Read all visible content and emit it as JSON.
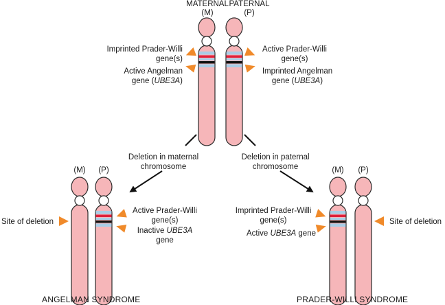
{
  "colors": {
    "chromosome_fill": "#f6b6b9",
    "chromosome_stroke": "#2a2a2a",
    "band_blue": "#a9cde6",
    "band_red": "#e0203a",
    "band_black": "#111111",
    "arrowhead": "#f08a2a",
    "text": "#1a1a1a"
  },
  "top": {
    "maternal_title": "MATERNAL",
    "maternal_abbr": "(M)",
    "paternal_title": "PATERNAL",
    "paternal_abbr": "(P)",
    "left_label_1_line1": "Imprinted Prader-Willi",
    "left_label_1_line2": "gene(s)",
    "left_label_2_line1": "Active Angelman",
    "left_label_2_line2_prefix": "gene (",
    "left_label_2_line2_gene": "UBE3A",
    "left_label_2_line2_suffix": ")",
    "right_label_1_line1": "Active Prader-Willi",
    "right_label_1_line2": "gene(s)",
    "right_label_2_line1": "Imprinted Angelman",
    "right_label_2_line2_prefix": "gene (",
    "right_label_2_line2_gene": "UBE3A",
    "right_label_2_line2_suffix": ")"
  },
  "branches": {
    "left_line1": "Deletion in maternal",
    "left_line2": "chromosome",
    "right_line1": "Deletion in paternal",
    "right_line2": "chromosome"
  },
  "angelman": {
    "m_abbr": "(M)",
    "p_abbr": "(P)",
    "deletion_label": "Site of deletion",
    "label_1_line1": "Active Prader-Willi",
    "label_1_line2": "gene(s)",
    "label_2_line1_prefix": "Inactive ",
    "label_2_line1_gene": "UBE3A",
    "label_2_line2": "gene",
    "syndrome": "ANGELMAN SYNDROME"
  },
  "prader_willi": {
    "m_abbr": "(M)",
    "p_abbr": "(P)",
    "deletion_label": "Site of deletion",
    "label_1_line1": "Imprinted Prader-Willi",
    "label_1_line2": "gene(s)",
    "label_2_prefix": "Active ",
    "label_2_gene": "UBE3A",
    "label_2_suffix": " gene",
    "syndrome": "PRADER-WILLI SYNDROME"
  }
}
